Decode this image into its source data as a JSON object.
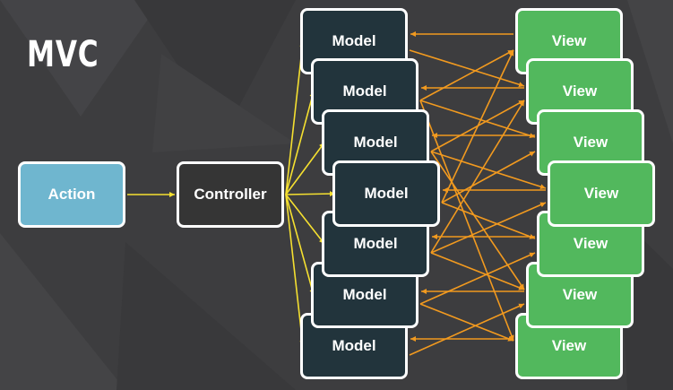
{
  "title": "MVC",
  "action_label": "Action",
  "controller_label": "Controller",
  "models": [
    "Model",
    "Model",
    "Model",
    "Model",
    "Model",
    "Model",
    "Model"
  ],
  "views": [
    "View",
    "View",
    "View",
    "View",
    "View",
    "View",
    "View"
  ],
  "colors": {
    "background": "#3d3d3f",
    "action": "#6fb6cf",
    "controller": "#353535",
    "model": "#22343c",
    "view": "#52b85d",
    "controller_arrows": "#f5e030",
    "model_view_arrows": "#f29a1f"
  }
}
